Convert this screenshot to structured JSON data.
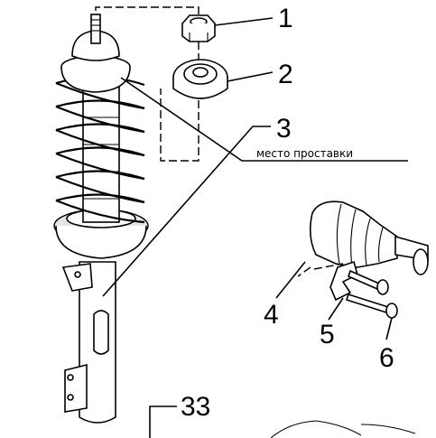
{
  "callouts": {
    "c1": "1",
    "c2": "2",
    "c3": "3",
    "c4": "4",
    "c5": "5",
    "c6": "6",
    "c33": "33"
  },
  "annotations": {
    "spacer_place": "место проставки"
  },
  "icons": {
    "nut": "hex-nut-icon",
    "mount": "strut-top-mount-icon",
    "strut": "shock-absorber-strut-icon",
    "coil": "coil-spring-icon",
    "cv_joint": "cv-joint-boot-icon",
    "bolt": "bolt-icon",
    "clip": "clip-plate-icon"
  },
  "colors": {
    "line": "#000000",
    "background": "#ffffff"
  }
}
